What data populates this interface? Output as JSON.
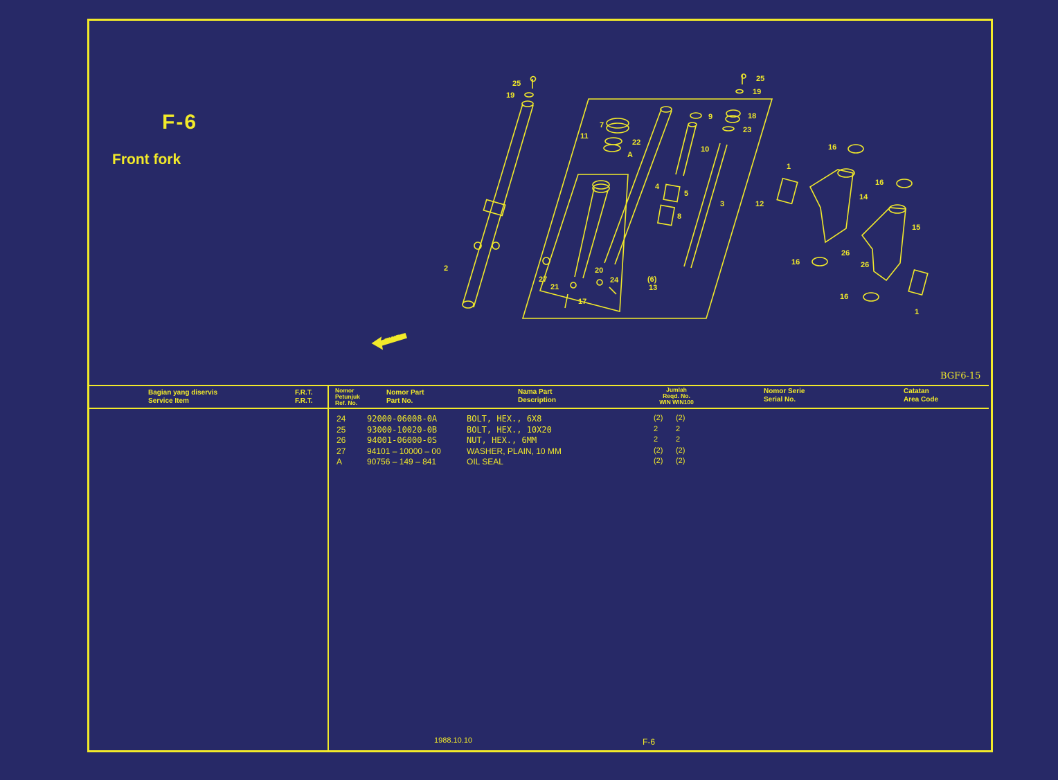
{
  "header": {
    "section_code": "F-6",
    "section_title": "Front fork",
    "figure_code": "BGF6-15",
    "fwd_label": "FWD"
  },
  "callouts": [
    "25",
    "19",
    "2",
    "11",
    "7",
    "22",
    "A",
    "4",
    "27",
    "21",
    "17",
    "20",
    "24",
    "(6)",
    "13",
    "9",
    "10",
    "5",
    "8",
    "3",
    "12",
    "25",
    "19",
    "18",
    "23",
    "1",
    "16",
    "14",
    "16",
    "15",
    "26",
    "26",
    "16",
    "16",
    "1"
  ],
  "table": {
    "headers": {
      "service_item_id": "Bagian yang diservis",
      "service_item_en": "Service Item",
      "frt_1": "F.R.T.",
      "frt_2": "F.R.T.",
      "ref_1": "Nomor",
      "ref_2": "Petunjuk",
      "ref_3": "Ref. No.",
      "part_no_id": "Nomor Part",
      "part_no_en": "Part No.",
      "desc_id": "Nama Part",
      "desc_en": "Description",
      "qty_1": "Jumlah",
      "qty_2": "Reqd. No.",
      "qty_3": "WIN WIN100",
      "serial_id": "Nomor Serie",
      "serial_en": "Serial No.",
      "area_id": "Catatan",
      "area_en": "Area Code"
    },
    "rows": [
      {
        "ref": "24",
        "part_no": "92000-06008-0A",
        "desc": "BOLT, HEX., 6X8",
        "qty_win": "(2)",
        "qty_win100": "(2)"
      },
      {
        "ref": "25",
        "part_no": "93000-10020-0B",
        "desc": "BOLT, HEX., 10X20",
        "qty_win": "2",
        "qty_win100": "2"
      },
      {
        "ref": "26",
        "part_no": "94001-06000-0S",
        "desc": "NUT, HEX., 6MM",
        "qty_win": "2",
        "qty_win100": "2"
      },
      {
        "ref": "27",
        "part_no": "94101 – 10000 – 00",
        "desc": "WASHER, PLAIN, 10 MM",
        "qty_win": "(2)",
        "qty_win100": "(2)"
      },
      {
        "ref": "A",
        "part_no": "90756 – 149 – 841",
        "desc": "OIL SEAL",
        "qty_win": "(2)",
        "qty_win100": "(2)"
      }
    ]
  },
  "footer": {
    "date": "1988.10.10",
    "page": "F-6"
  },
  "colors": {
    "background": "#272967",
    "ink": "#f2ea2a"
  }
}
